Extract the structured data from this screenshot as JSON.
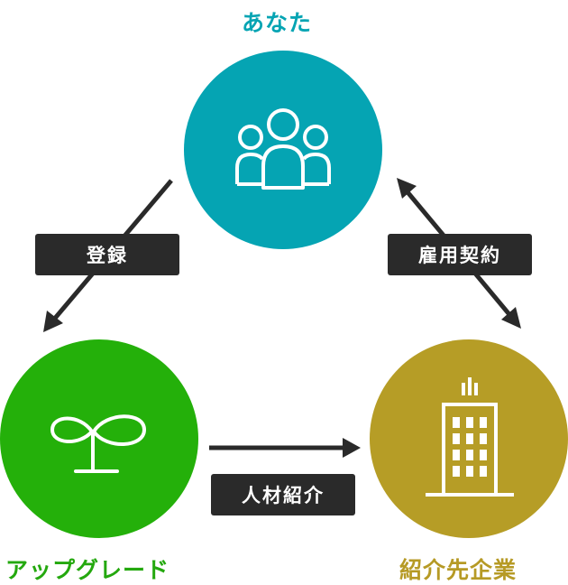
{
  "nodes": {
    "you": {
      "title": "あなた",
      "icon": "people-icon",
      "color": "#05a4b3"
    },
    "upgrade": {
      "title": "アップグレード",
      "icon": "sprout-icon",
      "color": "#24b00a"
    },
    "company": {
      "title": "紹介先企業",
      "icon": "building-icon",
      "color": "#b69d26"
    }
  },
  "edges": {
    "register": {
      "label": "登録"
    },
    "employment": {
      "label": "雇用契約"
    },
    "referral": {
      "label": "人材紹介"
    }
  },
  "label_color": "#2a2a2a",
  "arrow_color": "#2a2a2a"
}
